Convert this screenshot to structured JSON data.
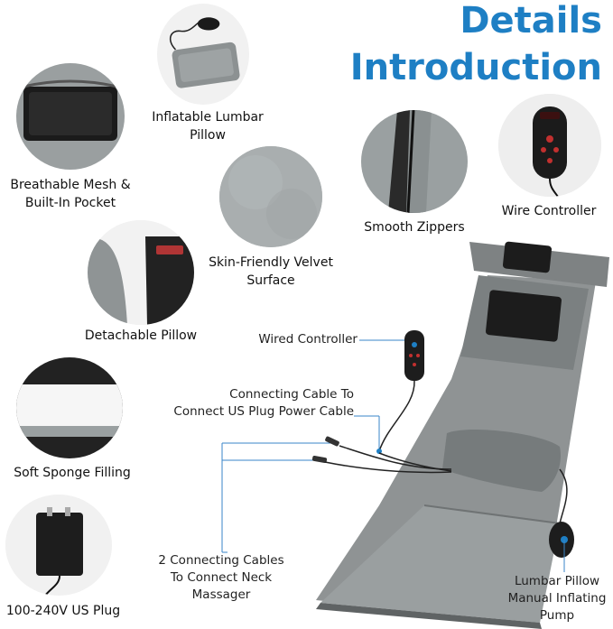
{
  "heading": {
    "line1": "Details",
    "line2": "Introduction"
  },
  "features": {
    "lumbar": "Inflatable Lumbar Pillow",
    "mesh": "Breathable Mesh & Built-In Pocket",
    "velvet": "Skin-Friendly Velvet Surface",
    "zippers": "Smooth Zippers",
    "controller": "Wire Controller",
    "detachable": "Detachable Pillow",
    "sponge": "Soft Sponge Filling",
    "plug": "100-240V US Plug"
  },
  "callouts": {
    "wired_controller": "Wired Controller",
    "cable_line1": "Connecting Cable To",
    "cable_line2": "Connect US Plug Power Cable",
    "neck_line1": "2 Connecting Cables",
    "neck_line2": "To Connect Neck",
    "neck_line3": "Massager",
    "pump_line1": "Lumbar Pillow",
    "pump_line2": "Manual Inflating",
    "pump_line3": "Pump"
  },
  "colors": {
    "accent": "#1e7fc4",
    "pad": "#8f9394",
    "pad_dark": "#6d7173",
    "mesh": "#1c1c1c"
  }
}
